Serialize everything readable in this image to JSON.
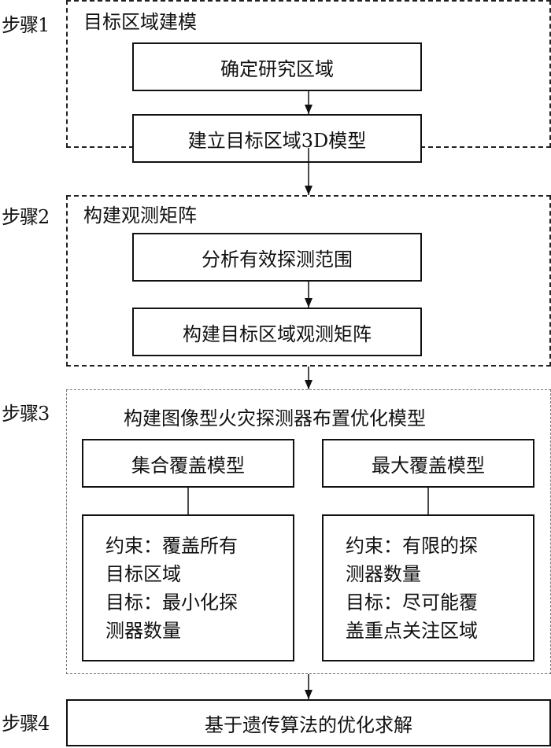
{
  "steps": [
    {
      "label": "步骤1",
      "title": "目标区域建模",
      "boxes": [
        "确定研究区域",
        "建立目标区域3D模型"
      ]
    },
    {
      "label": "步骤2",
      "title": "构建观测矩阵",
      "boxes": [
        "分析有效探测范围",
        "构建目标区域观测矩阵"
      ]
    },
    {
      "label": "步骤3",
      "title": "构建图像型火灾探测器布置优化模型",
      "models": [
        {
          "name": "集合覆盖模型",
          "lines": [
            "约束：覆盖所有",
            "目标区域",
            "目标：最小化探",
            "测器数量"
          ]
        },
        {
          "name": "最大覆盖模型",
          "lines": [
            "约束：有限的探",
            "测器数量",
            "目标：尽可能覆",
            "盖重点关注区域"
          ]
        }
      ]
    },
    {
      "label": "步骤4",
      "box": "基于遗传算法的优化求解"
    }
  ]
}
